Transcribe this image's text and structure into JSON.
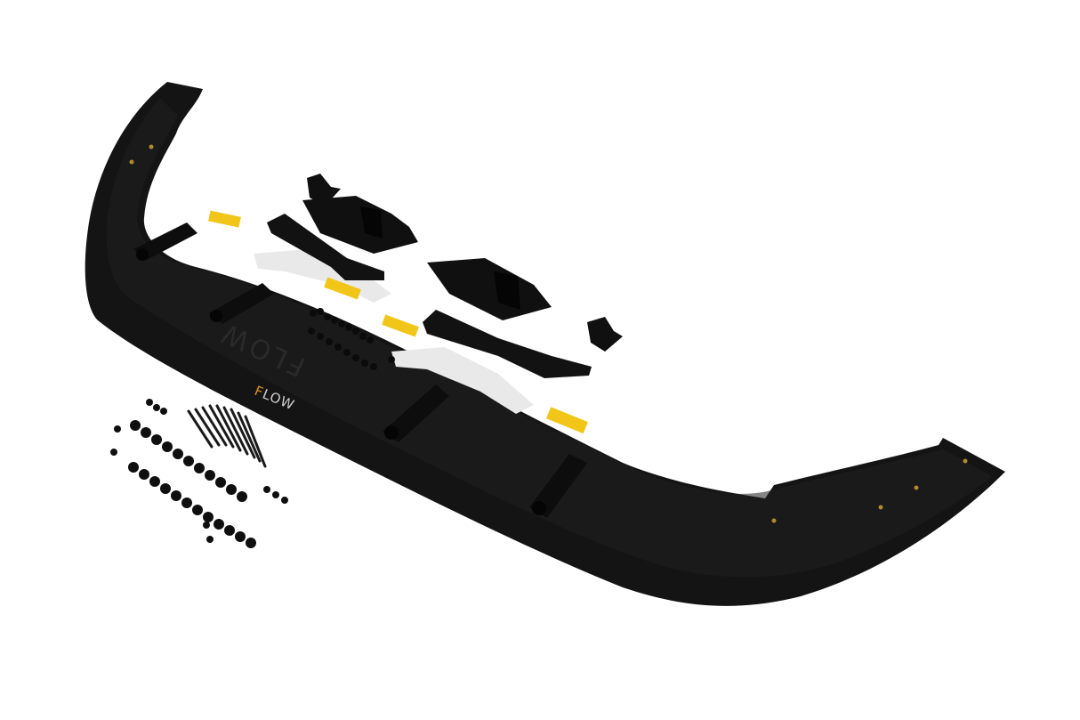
{
  "product": {
    "logo_text": "FLOW",
    "logo_first_letter": "F",
    "logo_rest": "LOW",
    "logo_accent_color": "#e0901e",
    "part_color": "#141414",
    "tape_color": "#f2c619",
    "background_color": "#ffffff"
  }
}
